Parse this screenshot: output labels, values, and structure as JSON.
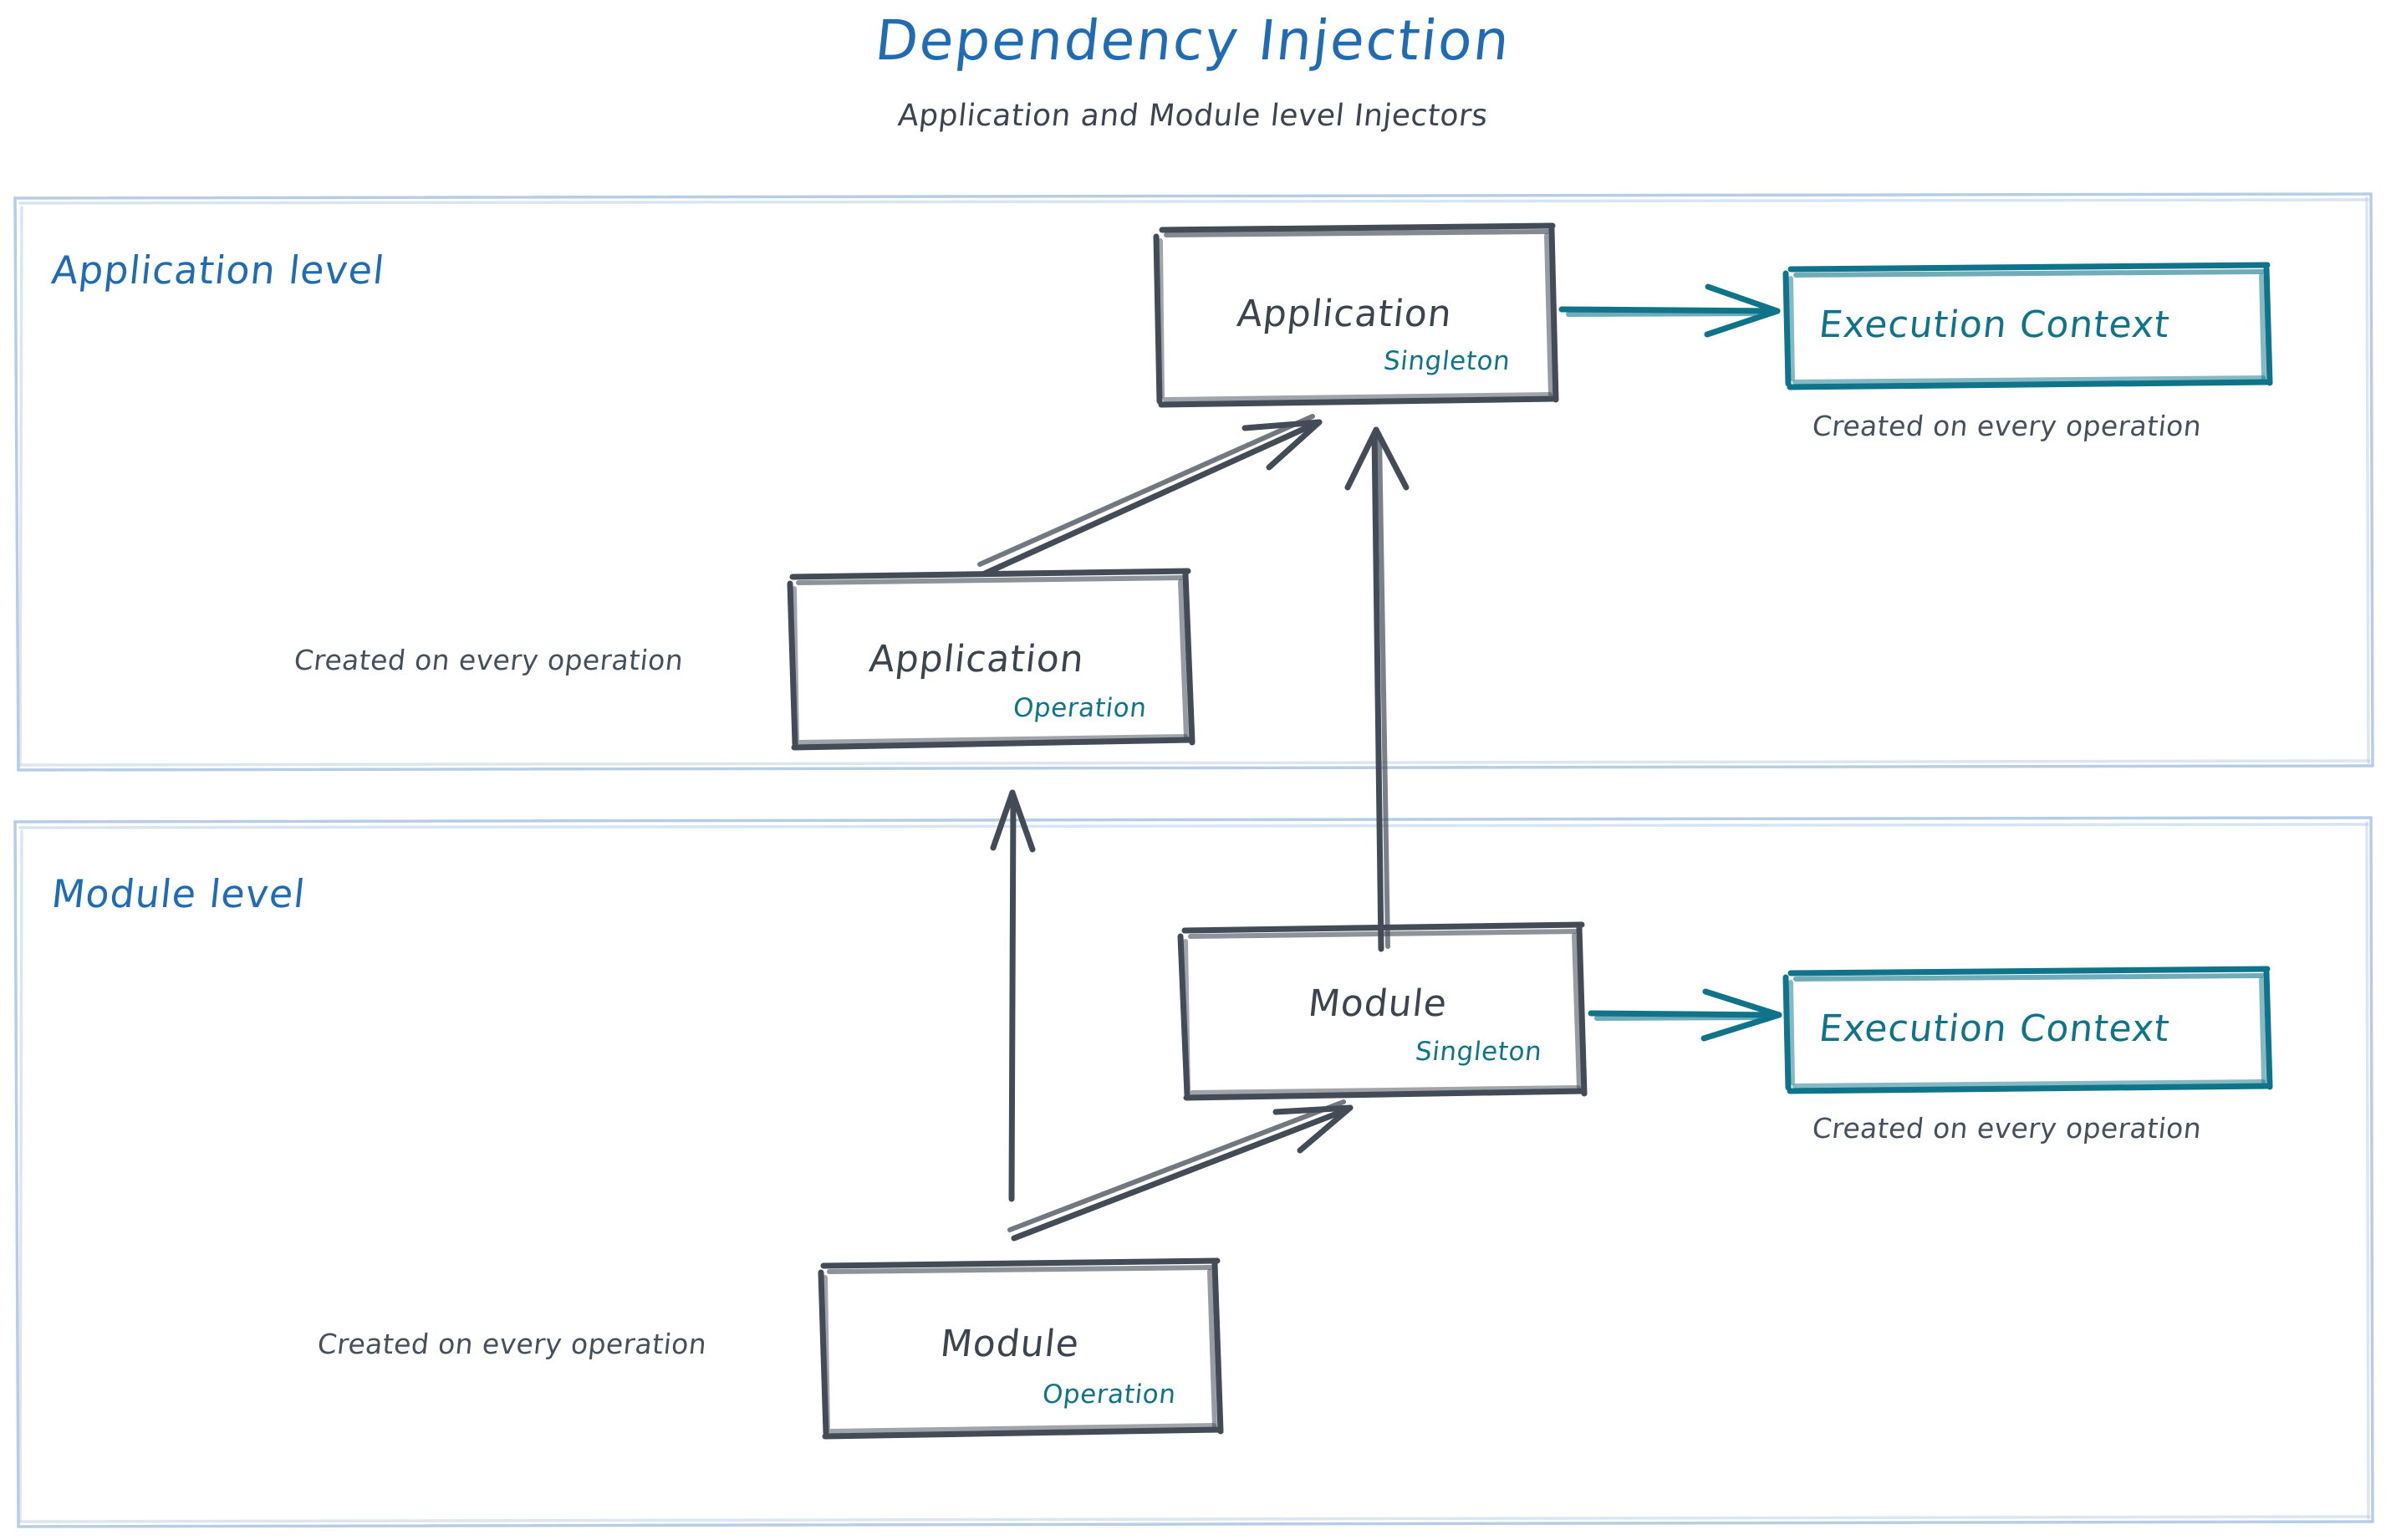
{
  "header": {
    "title": "Dependency Injection",
    "subtitle": "Application and Module level Injectors",
    "title_color": "#1f6cb4",
    "subtitle_color": "#3b4450"
  },
  "theme": {
    "sketch_stroke": "#434b56",
    "accent_teal": "#0f7489",
    "panel_border": "#b7cde6",
    "blue_label": "#1f6cb4",
    "background": "#ffffff"
  },
  "panels": [
    {
      "id": "application-level",
      "label": "Application level"
    },
    {
      "id": "module-level",
      "label": "Module level"
    }
  ],
  "nodes": [
    {
      "id": "application-singleton",
      "title": "Application",
      "scope": "Singleton",
      "panel": "application-level"
    },
    {
      "id": "application-operation",
      "title": "Application",
      "scope": "Operation",
      "panel": "application-level",
      "caption": "Created on every operation"
    },
    {
      "id": "execution-context-application",
      "title": "Execution Context",
      "panel": "application-level",
      "caption": "Created on every operation"
    },
    {
      "id": "module-singleton",
      "title": "Module",
      "scope": "Singleton",
      "panel": "module-level"
    },
    {
      "id": "module-operation",
      "title": "Module",
      "scope": "Operation",
      "panel": "module-level",
      "caption": "Created on every operation"
    },
    {
      "id": "execution-context-module",
      "title": "Execution Context",
      "panel": "module-level",
      "caption": "Created on every operation"
    }
  ],
  "edges": [
    {
      "id": "app-singleton-to-execution-context",
      "from": "application-singleton",
      "to": "execution-context-application",
      "color": "#0f7489",
      "style": "arrow"
    },
    {
      "id": "app-operation-to-app-singleton",
      "from": "application-operation",
      "to": "application-singleton",
      "color": "#434b56",
      "style": "arrow"
    },
    {
      "id": "module-singleton-to-app-singleton",
      "from": "module-singleton",
      "to": "application-singleton",
      "color": "#434b56",
      "style": "arrow"
    },
    {
      "id": "module-operation-to-app-operation",
      "from": "module-operation",
      "to": "application-operation",
      "color": "#434b56",
      "style": "arrow"
    },
    {
      "id": "module-operation-to-module-singleton",
      "from": "module-operation",
      "to": "module-singleton",
      "color": "#434b56",
      "style": "arrow"
    },
    {
      "id": "module-singleton-to-execution-context",
      "from": "module-singleton",
      "to": "execution-context-module",
      "color": "#0f7489",
      "style": "arrow"
    }
  ],
  "captions": {
    "application_operation_left": "Created on every operation",
    "application_execution_context_below": "Created on every operation",
    "module_operation_left": "Created on every operation",
    "module_execution_context_below": "Created on every operation"
  }
}
